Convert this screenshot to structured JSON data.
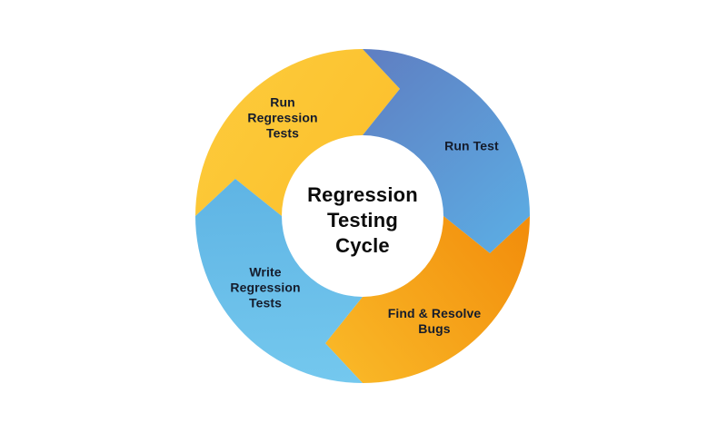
{
  "canvas": {
    "background": "#ffffff"
  },
  "title": {
    "text": "Regression\nTesting\nCycle",
    "color": "#0b0b0b"
  },
  "label_color": "#151C2C",
  "segments": [
    {
      "name": "run-regression-tests",
      "label": "Run\nRegression\nTests",
      "color_start": "#FDCA3A",
      "color_end": "#FBBF2B"
    },
    {
      "name": "run-test",
      "label": "Run Test",
      "color_start": "#5F80C3",
      "color_end": "#5CACE3"
    },
    {
      "name": "find-resolve-bugs",
      "label": "Find & Resolve\nBugs",
      "color_start": "#F28E0C",
      "color_end": "#F9B626"
    },
    {
      "name": "write-regression-tests",
      "label": "Write\nRegression\nTests",
      "color_start": "#5FB4E4",
      "color_end": "#74C8EE"
    }
  ]
}
